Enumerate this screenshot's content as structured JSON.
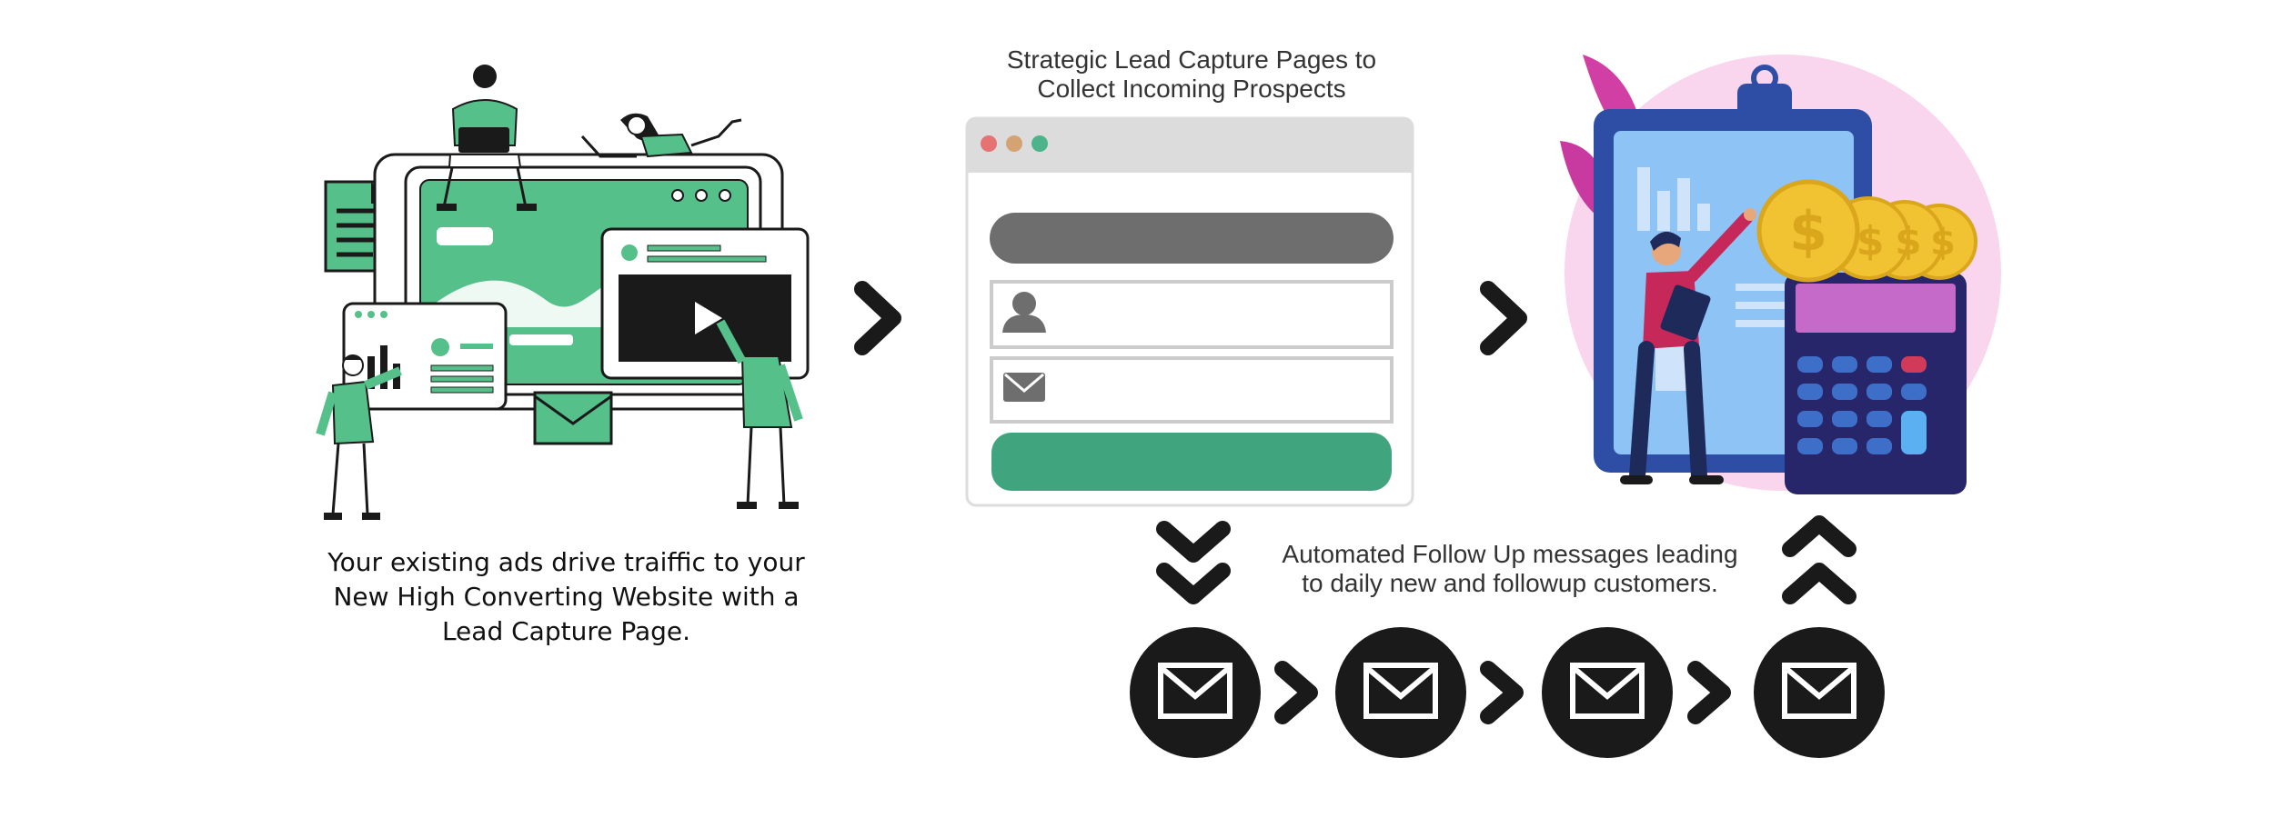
{
  "left_caption": {
    "lines": [
      "Your existing ads drive traiffic to your",
      "New High Converting Website with a",
      "Lead Capture Page."
    ]
  },
  "center_heading": {
    "lines": [
      "Strategic Lead Capture Pages to",
      "Collect Incoming Prospects"
    ]
  },
  "followup_caption": {
    "lines": [
      "Automated Follow Up messages leading",
      "to daily new and followup customers."
    ]
  },
  "colors": {
    "brand_green": "#55c08a",
    "form_green": "#40a57e",
    "dark": "#1a1a1a",
    "form_gray": "#6e6e6e",
    "dollar_gold": "#f1c232",
    "calculator_navy": "#28266b",
    "clipboard_blue": "#8ec3f5",
    "pink_circle": "#f9d5ee",
    "leaf_magenta": "#d23fa4"
  },
  "icons": {
    "form_user": "user-icon",
    "form_email": "envelope-icon",
    "email_sequence": "envelope-icon",
    "arrows": "chevron-right-icon"
  }
}
